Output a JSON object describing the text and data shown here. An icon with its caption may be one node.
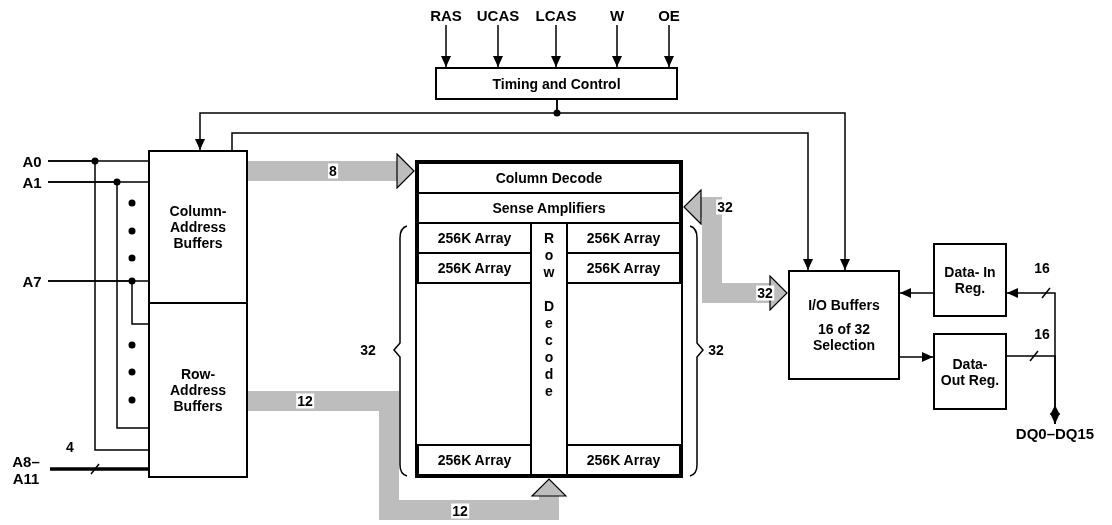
{
  "diagram": {
    "nodes": [
      {
        "text": [
          "RAS"
        ]
      },
      {
        "text": [
          "UCAS"
        ]
      },
      {
        "text": [
          "LCAS"
        ]
      },
      {
        "text": [
          "W"
        ]
      },
      {
        "text": [
          "OE"
        ]
      },
      {
        "text": [
          "Timing and Control"
        ]
      },
      {
        "text": [
          "A0"
        ]
      },
      {
        "text": [
          "A1"
        ]
      },
      {
        "text": [
          "A7"
        ]
      },
      {
        "text": [
          "A8– A11"
        ]
      },
      {
        "text": [
          "Column- Address Buffers"
        ]
      },
      {
        "text": [
          "Row- Address Buffers"
        ]
      },
      {
        "text": [],
        "shape": "box"
      },
      {
        "text": [
          "Column Decode"
        ],
        "in": 12
      },
      {
        "text": [
          "Sense Amplifiers"
        ],
        "in": 12
      },
      {
        "text": [
          "256K Array"
        ],
        "in": 12
      },
      {
        "text": [
          "256K Array"
        ],
        "in": 12
      },
      {
        "text": [
          "256K Array"
        ],
        "in": 12
      },
      {
        "text": [
          "256K Array"
        ],
        "in": 12
      },
      {
        "text": [
          "Row Decode"
        ],
        "in": 12
      },
      {
        "text": [
          "256K Array"
        ],
        "in": 12
      },
      {
        "text": [
          "256K Array"
        ],
        "in": 12
      },
      {
        "text": [
          "I/O Buffers",
          "16 of 32 Selection"
        ]
      },
      {
        "text": [
          "Data- In Reg."
        ]
      },
      {
        "text": [
          "Data- Out Reg."
        ]
      },
      {
        "text": [
          "DQ0–DQ15"
        ]
      }
    ],
    "edges": [
      {
        "from": 0,
        "to": 5,
        "arrow": "to"
      },
      {
        "from": 1,
        "to": 5,
        "arrow": "to"
      },
      {
        "from": 2,
        "to": 5,
        "arrow": "to"
      },
      {
        "from": 3,
        "to": 5,
        "arrow": "to"
      },
      {
        "from": 4,
        "to": 5,
        "arrow": "to"
      },
      {
        "from": 5,
        "to": 10,
        "arrow": "to"
      },
      {
        "from": 5,
        "to": 22,
        "arrow": "to"
      },
      {
        "from": 10,
        "to": 22,
        "arrow": "to"
      },
      {
        "from": 6,
        "to": 10,
        "arrow": "none"
      },
      {
        "from": 6,
        "to": 11,
        "arrow": "none"
      },
      {
        "from": 7,
        "to": 10,
        "arrow": "none"
      },
      {
        "from": 7,
        "to": 11,
        "arrow": "none"
      },
      {
        "from": 8,
        "to": 10,
        "arrow": "none"
      },
      {
        "from": 8,
        "to": 11,
        "arrow": "none"
      },
      {
        "from": 9,
        "to": 11,
        "arrow": "none",
        "label": "4",
        "style": "thick"
      },
      {
        "from": 10,
        "to": 13,
        "arrow": "to",
        "label": "8",
        "style": "thick",
        "color": "#bdbdbd"
      },
      {
        "from": 11,
        "to": 19,
        "arrow": "to",
        "label": "12",
        "style": "thick",
        "color": "#bdbdbd"
      },
      {
        "from": 14,
        "to": 22,
        "arrow": "both",
        "label": "32",
        "style": "thick",
        "color": "#bdbdbd"
      },
      {
        "from": 23,
        "to": 22,
        "arrow": "to"
      },
      {
        "from": 22,
        "to": 24,
        "arrow": "to"
      },
      {
        "from": 25,
        "to": 23,
        "arrow": "to",
        "label": "16"
      },
      {
        "from": 24,
        "to": 25,
        "arrow": "to",
        "label": "16"
      }
    ],
    "labels": [
      "32",
      "32",
      "32",
      "12"
    ]
  }
}
